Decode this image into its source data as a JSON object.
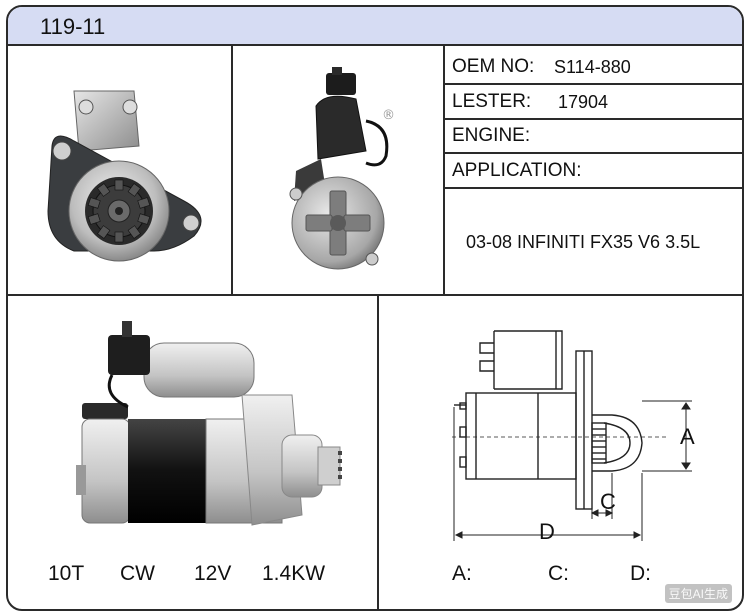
{
  "part_number": "119-11",
  "info": {
    "oem_label": "OEM NO:",
    "oem_value": "S114-880",
    "lester_label": "LESTER:",
    "lester_value": "17904",
    "engine_label": "ENGINE:",
    "engine_value": "",
    "application_label": "APPLICATION:",
    "application_value": "03-08 INFINITI FX35 V6 3.5L"
  },
  "specs": {
    "teeth": "10T",
    "rotation": "CW",
    "voltage": "12V",
    "power": "1.4KW"
  },
  "dimensions": {
    "a_label": "A:",
    "c_label": "C:",
    "d_label": "D:",
    "drawing_a": "A",
    "drawing_c": "C",
    "drawing_d": "D"
  },
  "photo_marks": {
    "registered": "®"
  },
  "watermark": "豆包AI生成",
  "colors": {
    "title_bar": "#d6dcf3",
    "border": "#2a2a2a",
    "housing_silver": "#c9c9c9",
    "sleeve_black": "#1a1a1a"
  }
}
